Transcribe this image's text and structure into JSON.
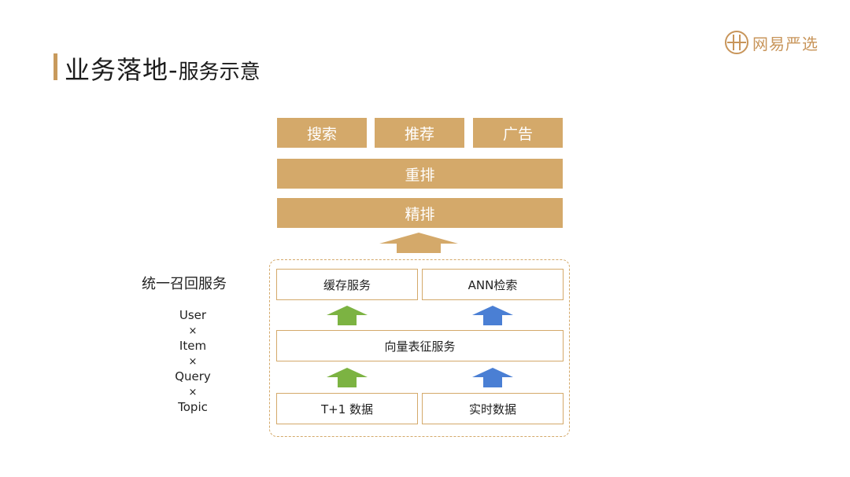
{
  "header": {
    "title_main": "业务落地-",
    "title_sub": "服务示意"
  },
  "logo": {
    "text": "网易严选",
    "icon": "yanxuan-logo-icon"
  },
  "top_services": [
    "搜索",
    "推荐",
    "广告"
  ],
  "rerank": "重排",
  "fine_rank": "精排",
  "recall": {
    "label": "统一召回服务",
    "dimensions": [
      "User",
      "×",
      "Item",
      "×",
      "Query",
      "×",
      "Topic"
    ],
    "cache_service": "缓存服务",
    "ann_search": "ANN检索",
    "vector_service": "向量表征服务",
    "t1_data": "T+1 数据",
    "realtime_data": "实时数据"
  },
  "colors": {
    "gold": "#d4a96a",
    "accent_bar": "#c89a5c",
    "green_arrow": "#7cb342",
    "blue_arrow": "#4a7fd4"
  }
}
